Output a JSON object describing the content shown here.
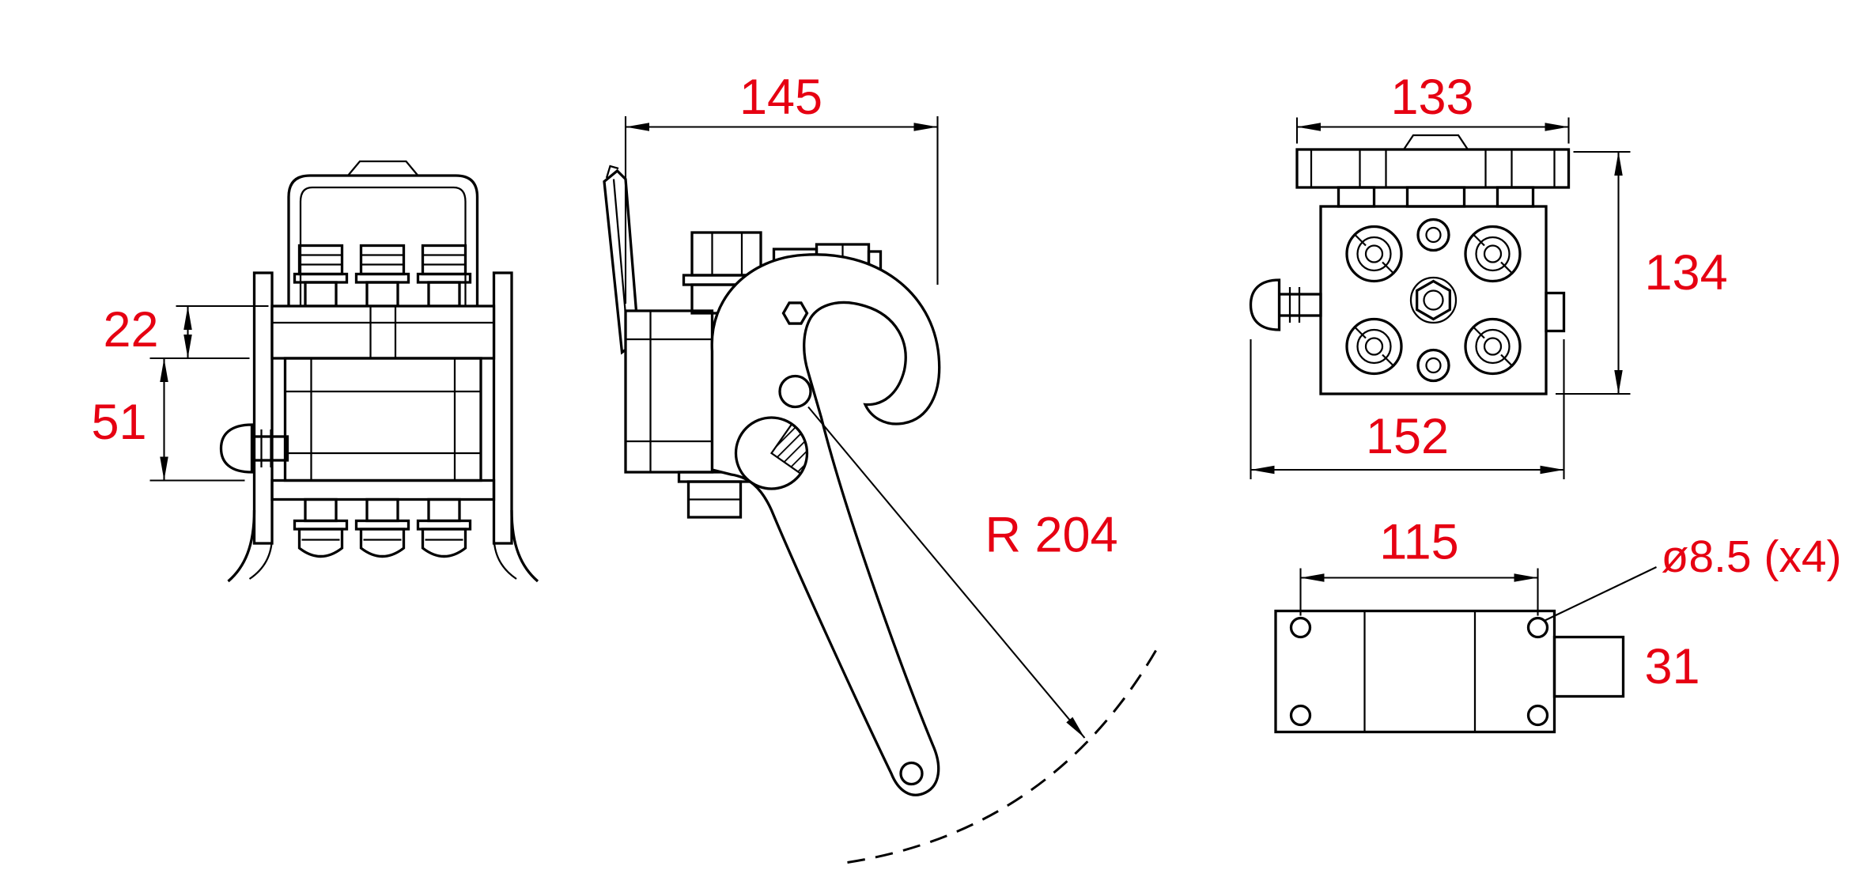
{
  "page": {
    "background": "#ffffff",
    "line_color": "#000000",
    "dimension_color": "#e60012"
  },
  "dimensions": {
    "front_top_offset": "22",
    "front_body_height": "51",
    "side_width": "145",
    "side_swing_radius": "R 204",
    "block_top_width": "133",
    "block_height": "134",
    "block_overall_width": "152",
    "plate_hole_spacing": "115",
    "plate_hole_note": "ø8.5 (x4)",
    "plate_tab_width": "31"
  }
}
